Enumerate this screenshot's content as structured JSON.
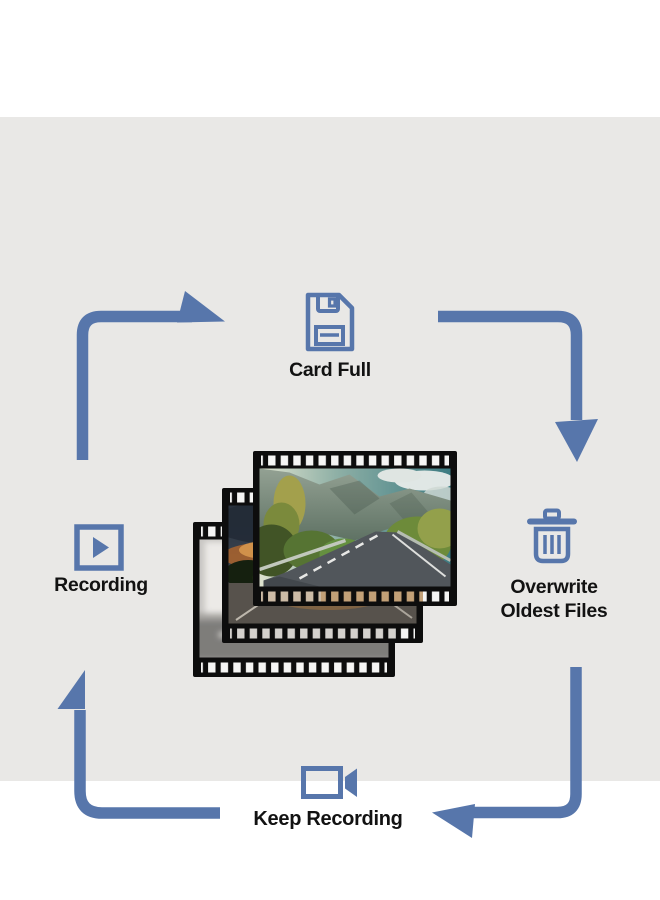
{
  "page": {
    "type": "dashcam-loop-recording-infographic",
    "background": "#ffffff",
    "panel_background": "#e9e8e6"
  },
  "colors": {
    "accent_blue": "#5776ab",
    "text": "#121212",
    "film_black": "#0d0d0d"
  },
  "diagram": {
    "flow": "clockwise-loop",
    "center_illustration": "three-stacked-film-strips-with-road-photos",
    "steps": [
      {
        "id": "card-full",
        "label": "Card Full",
        "icon": "save-floppy-icon",
        "position": "top"
      },
      {
        "id": "overwrite",
        "label": "Overwrite Oldest Files",
        "label_lines": [
          "Overwrite",
          "Oldest Files"
        ],
        "icon": "trash-icon",
        "position": "right"
      },
      {
        "id": "keep-recording",
        "label": "Keep Recording",
        "icon": "video-camera-icon",
        "position": "bottom"
      },
      {
        "id": "recording",
        "label": "Recording",
        "icon": "play-video-icon",
        "position": "left"
      }
    ]
  }
}
